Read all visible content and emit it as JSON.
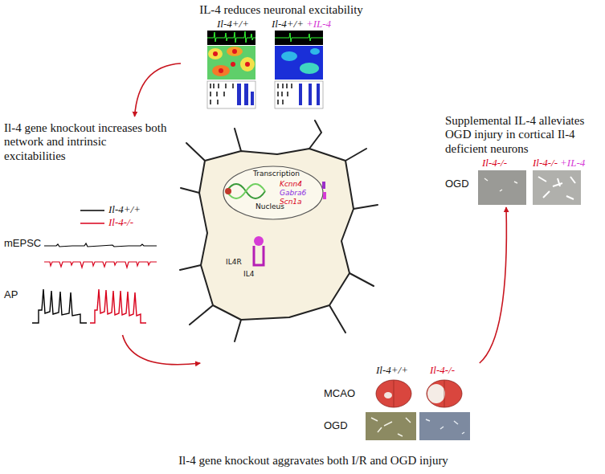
{
  "diagram": {
    "nodes": [
      {
        "text": [
          "IL-4 reduces neuronal excitability",
          "Il-4+/+",
          "Il-4+/+",
          "+IL-4"
        ]
      },
      {
        "text": [
          "Il-4 gene knockout increases both network and intrinsic excitabilities",
          "Il-4+/+",
          "Il-4-/-",
          "mEPSC",
          "AP"
        ]
      },
      {
        "text": [
          "Il-4 gene knockout aggravates both I/R and OGD injury",
          "Il-4+/+",
          "Il-4-/-",
          "MCAO",
          "OGD"
        ]
      },
      {
        "text": [
          "Supplemental IL-4 alleviates OGD injury in cortical Il-4 deficient neurons",
          "Il-4-/-",
          "Il-4-/-",
          "+IL-4",
          "OGD"
        ]
      }
    ],
    "edges": [
      {
        "from": 0,
        "to": 1,
        "arrow": "to"
      },
      {
        "from": 1,
        "to": 2,
        "arrow": "to"
      },
      {
        "from": 2,
        "to": 3,
        "arrow": "to"
      }
    ],
    "labels": [
      "Transcription",
      "Kcnn4",
      "Gabra6",
      "Scn1a",
      "Nucleus",
      "IL4R",
      "IL4"
    ]
  }
}
